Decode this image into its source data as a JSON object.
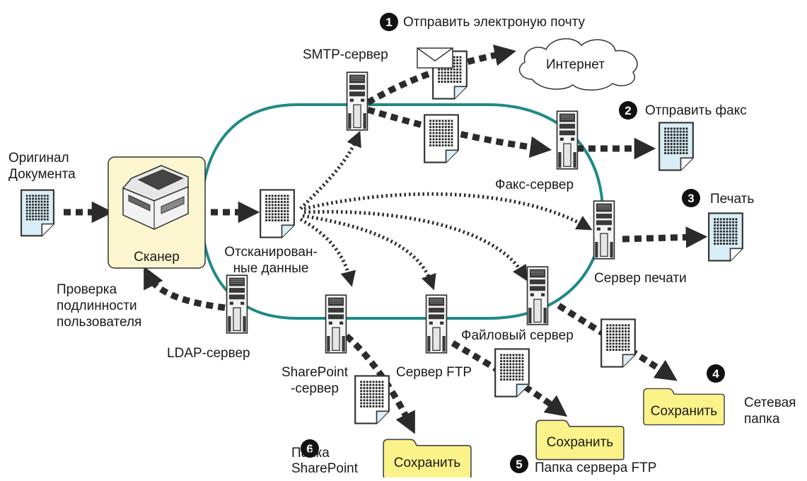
{
  "colors": {
    "ring": "#1f8a86",
    "document": "#d9eef6",
    "scanner_bg": "#fbf6cf",
    "folder": "#fbf28a",
    "arrow": "#2b2b2b"
  },
  "nodes": {
    "original": "Оригинал\nДокумента",
    "scanner": "Сканер",
    "scanned_data": "Отсканирован-\nные данные",
    "smtp": "SMTP-сервер",
    "internet": "Интернет",
    "fax_server": "Факс-сервер",
    "print_server": "Сервер печати",
    "file_server": "Файловый сервер",
    "ftp_server": "Сервер FTP",
    "sharepoint_server": "SharePoint\n-сервер",
    "ldap": "LDAP-сервер",
    "auth": "Проверка\nподлинности\nпользователя"
  },
  "destinations": [
    {
      "num": "1",
      "label": "Отправить электроную почту"
    },
    {
      "num": "2",
      "label": "Отправить факс"
    },
    {
      "num": "3",
      "label": "Печать"
    },
    {
      "num": "4",
      "label": "Сетевая\nпапка",
      "folder": "Сохранить"
    },
    {
      "num": "5",
      "label": "Папка сервера FTP",
      "folder": "Сохранить"
    },
    {
      "num": "6",
      "label": "Папка\nSharePoint",
      "folder": "Сохранить"
    }
  ]
}
